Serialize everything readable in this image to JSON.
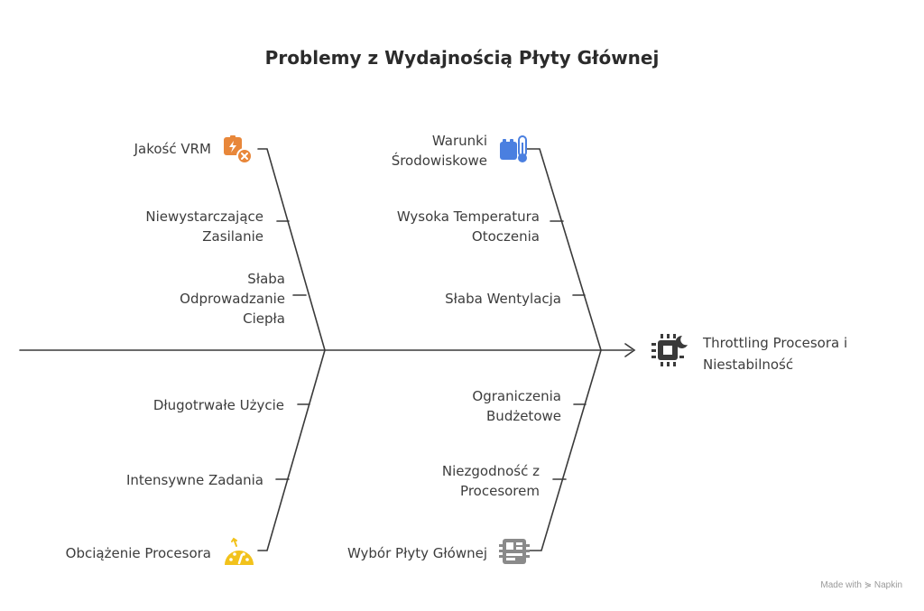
{
  "title": "Problemy z Wydajnością Płyty Głównej",
  "effect": [
    "Throttling Procesora i",
    "Niestabilność"
  ],
  "categories": {
    "vrm": {
      "label": "Jakość VRM",
      "causes": [
        [
          "Niewystarczające",
          "Zasilanie"
        ],
        [
          "Słaba",
          "Odprowadzanie",
          "Ciepła"
        ]
      ]
    },
    "env": {
      "label": [
        "Warunki",
        "Środowiskowe"
      ],
      "causes": [
        [
          "Wysoka Temperatura",
          "Otoczenia"
        ],
        [
          "Słaba Wentylacja"
        ]
      ]
    },
    "cpu": {
      "label": "Obciążenie Procesora",
      "causes": [
        [
          "Długotrwałe Użycie"
        ],
        [
          "Intensywne Zadania"
        ]
      ]
    },
    "board": {
      "label": "Wybór Płyty Głównej",
      "causes": [
        [
          "Ograniczenia",
          "Budżetowe"
        ],
        [
          "Niezgodność z",
          "Procesorem"
        ]
      ]
    }
  },
  "footer": "Made with ⋟ Napkin",
  "colors": {
    "line": "#3a3a3a",
    "vrm_icon": "#e8873a",
    "env_icon": "#4a7fe0",
    "cpu_icon": "#f2c21b",
    "board_icon": "#8a8a8a",
    "effect_icon": "#3a3a3a"
  },
  "icons": {
    "vrm": "power-box-x-icon",
    "env": "thermometer-icon",
    "cpu": "speedometer-icon",
    "board": "motherboard-icon",
    "effect": "cpu-chip-icon"
  }
}
